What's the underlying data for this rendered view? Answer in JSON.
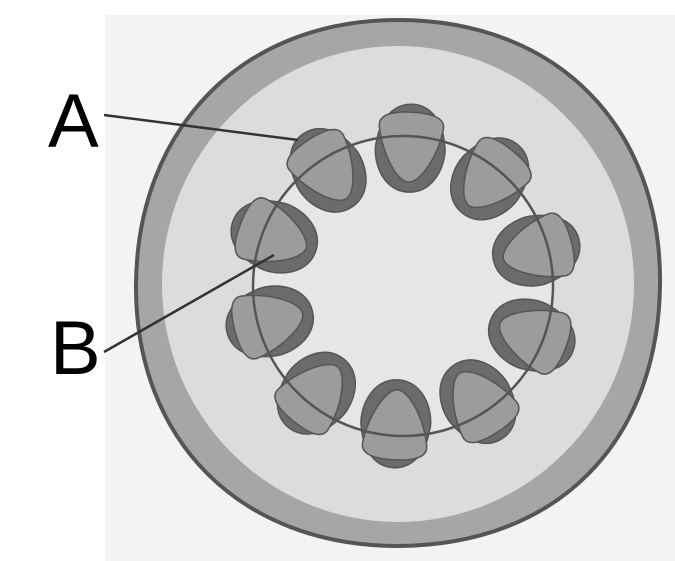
{
  "labels": {
    "a": "A",
    "b": "B"
  },
  "colors": {
    "background_glow": "#f1f1f1",
    "epidermis": "#555555",
    "cortex_outer": "#a6a6a6",
    "cortex_inner": "#dcdcdc",
    "pith": "#e6e6e6",
    "phloem": "#6b6b6b",
    "xylem": "#9c9c9c",
    "cambium_line": "#555555",
    "pointer_line": "#333333"
  },
  "bundle_count": 10
}
